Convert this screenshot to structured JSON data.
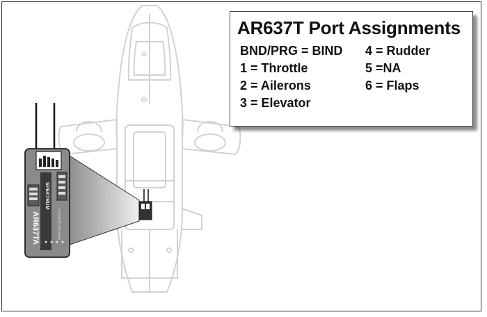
{
  "callout": {
    "title": "AR637T Port Assignments",
    "left_column": [
      "BND/PRG = BIND",
      "1 = Throttle",
      "2 = Ailerons",
      "3 = Elevator"
    ],
    "right_column": [
      "4 = Rudder",
      "5 =NA",
      "6 = Flaps"
    ]
  },
  "receiver": {
    "model_label": "AR637TA",
    "brand_label": "SPEKTRUM",
    "subtitle": "TELEMETRY RECEIVER"
  },
  "colors": {
    "aircraft_outline": "#d4d4d4",
    "receiver_body": "#8a8a8a",
    "receiver_dark": "#3a3a3a",
    "zoom_gradient_start": "#9a9a9a",
    "frame": "#333333"
  }
}
